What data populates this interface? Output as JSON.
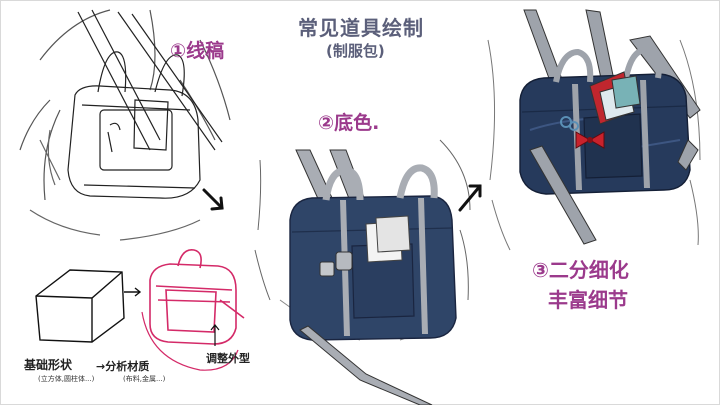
{
  "title": "常见道具绘制",
  "subtitle": "(制服包)",
  "steps": {
    "step1": "①线稿",
    "step2": "②底色.",
    "step3_line1": "③二分细化",
    "step3_line2": "丰富细节"
  },
  "sketch_notes": {
    "base_shape": "基础形状",
    "base_shape_note": "(立方体,圆柱体...)",
    "analyze": "→分析材质",
    "analyze_note": "(布料,金属...)",
    "adjust": "调整外型"
  },
  "colors": {
    "bag_navy": "#2f4568",
    "strap_gray": "#a9adb4",
    "annotation_purple": "#9b3a8c",
    "sketch_pink": "#d42a68"
  }
}
